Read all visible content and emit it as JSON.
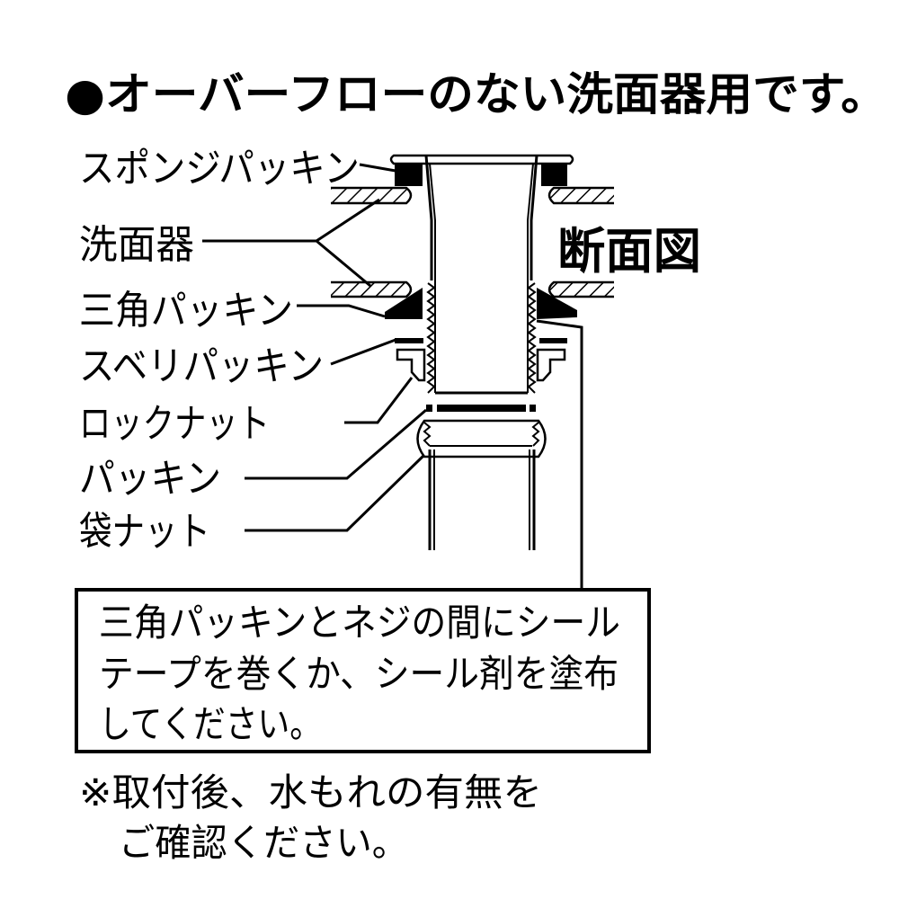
{
  "title": "●オーバーフローのない洗面器用です。",
  "section_label": "断面図",
  "parts": [
    {
      "label": "スポンジパッキン"
    },
    {
      "label": "洗面器"
    },
    {
      "label": "三角パッキン"
    },
    {
      "label": "スベリパッキン"
    },
    {
      "label": "ロックナット"
    },
    {
      "label": "パッキン"
    },
    {
      "label": "袋ナット"
    }
  ],
  "notice_box": {
    "lines": [
      "三角パッキンとネジの間にシール",
      "テープを巻くか、シール剤を塗布",
      "してください。"
    ]
  },
  "footnote": {
    "lines": [
      "※取付後、水もれの有無を",
      "ご確認ください。"
    ]
  },
  "colors": {
    "ink": "#000000",
    "background": "#ffffff"
  }
}
